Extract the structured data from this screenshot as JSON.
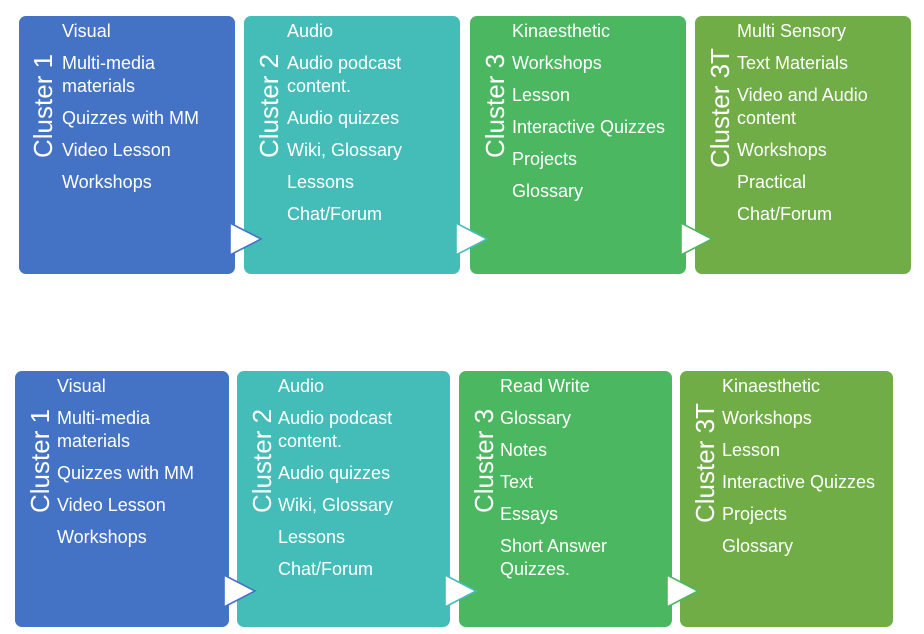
{
  "diagrams": [
    {
      "clusters": [
        {
          "label": "Cluster 1",
          "color": "#4472c4",
          "items": [
            "Visual",
            "Multi-media materials",
            "Quizzes with MM",
            "Video Lesson",
            "Workshops"
          ]
        },
        {
          "label": "Cluster 2",
          "color": "#44bdb8",
          "items": [
            "Audio",
            "Audio podcast content.",
            "Audio quizzes",
            "Wiki, Glossary",
            "Lessons",
            "Chat/Forum"
          ]
        },
        {
          "label": "Cluster 3",
          "color": "#4cb761",
          "items": [
            "Kinaesthetic",
            "Workshops",
            "Lesson",
            "Interactive Quizzes",
            "Projects",
            "Glossary"
          ]
        },
        {
          "label": "Cluster 3T",
          "color": "#70ad47",
          "items": [
            "Multi Sensory",
            "Text Materials",
            "Video and Audio content",
            "Workshops",
            "Practical",
            "Chat/Forum"
          ]
        }
      ]
    },
    {
      "clusters": [
        {
          "label": "Cluster 1",
          "color": "#4472c4",
          "items": [
            "Visual",
            "Multi-media materials",
            "Quizzes with MM",
            "Video Lesson",
            "Workshops"
          ]
        },
        {
          "label": "Cluster 2",
          "color": "#44bdb8",
          "items": [
            "Audio",
            "Audio podcast content.",
            "Audio quizzes",
            "Wiki, Glossary",
            "Lessons",
            "Chat/Forum"
          ]
        },
        {
          "label": "Cluster 3",
          "color": "#4cb761",
          "items": [
            "Read Write",
            "Glossary",
            "Notes",
            "Text",
            "Essays",
            "Short Answer Quizzes."
          ]
        },
        {
          "label": "Cluster 3T",
          "color": "#70ad47",
          "items": [
            "Kinaesthetic",
            "Workshops",
            "Lesson",
            "Interactive Quizzes",
            "Projects",
            "Glossary"
          ]
        }
      ]
    }
  ]
}
